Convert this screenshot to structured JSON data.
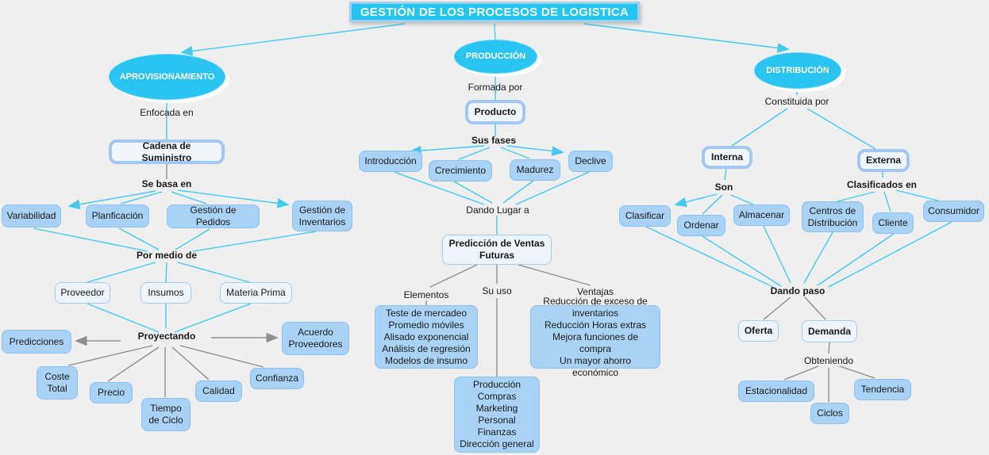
{
  "title": "GESTIÓN DE LOS PROCESOS DE LOGISTICA",
  "left": {
    "root": "APROVISIONAMIENTO",
    "enfocada_en": "Enfocada en",
    "cadena_suministro": "Cadena de Suministro",
    "se_basa_en": "Se basa en",
    "variabilidad": "Variabilidad",
    "planficacion": "Planficación",
    "gestion_pedidos": "Gestión de Pedidos",
    "gestion_inventarios": "Gestión de\nInventarios",
    "por_medio_de": "Por medio de",
    "proveedor": "Proveedor",
    "insumos": "Insumos",
    "materia_prima": "Materia Prima",
    "proyectando": "Proyectando",
    "predicciones": "Predicciones",
    "acuerdo_proveedores": "Acuerdo\nProveedores",
    "coste_total": "Coste\nTotal",
    "precio": "Precio",
    "tiempo_ciclo": "Tiempo\nde Ciclo",
    "calidad": "Calidad",
    "confianza": "Confianza"
  },
  "center": {
    "root": "PRODUCCIÓN",
    "formada_por": "Formada por",
    "producto": "Producto",
    "sus_fases": "Sus fases",
    "introduccion": "Introducción",
    "crecimiento": "Crecimiento",
    "madurez": "Madurez",
    "declive": "Declive",
    "dando_lugar_a": "Dando Lugar a",
    "prediccion_ventas": "Predicción de Ventas\nFuturas",
    "elementos": "Elementos",
    "su_uso": "Su uso",
    "ventajas": "Ventajas",
    "elementos_items": "Teste de mercadeo\nPromedio móviles\nAlisado exponencial\nAnálisis de regresión\nModelos de insumo",
    "ventajas_items": "Reducción de exceso de\ninventarios\nReducción Horas extras\nMejora funciones de compra\nUn mayor ahorro económico",
    "su_uso_items": "Producción\nCompras\nMarketing\nPersonal\nFinanzas\nDirección general"
  },
  "right": {
    "root": "DISTRIBUCIÓN",
    "constituida_por": "Constituida por",
    "interna": "Interna",
    "externa": "Externa",
    "son": "Son",
    "clasificados_en": "Clasificados en",
    "clasificar": "Clasificar",
    "ordenar": "Ordenar",
    "almacenar": "Almacenar",
    "centros_distribucion": "Centros de\nDistribución",
    "cliente": "Cliente",
    "consumidor": "Consumidor",
    "dando_paso": "Dando paso",
    "oferta": "Oferta",
    "demanda": "Demanda",
    "obteniendo": "Obteniendo",
    "estacionalidad": "Estacionalidad",
    "ciclos": "Ciclos",
    "tendencia": "Tendencia"
  },
  "colors": {
    "concept_cyan": "#29c4f0",
    "link_cyan": "#45c9f0",
    "link_gray": "#8f8f8f",
    "box_blue": "#a8d3f7",
    "box_light": "#eef5fc",
    "border_blue": "#a3c7ee",
    "background": "#efeff0"
  }
}
